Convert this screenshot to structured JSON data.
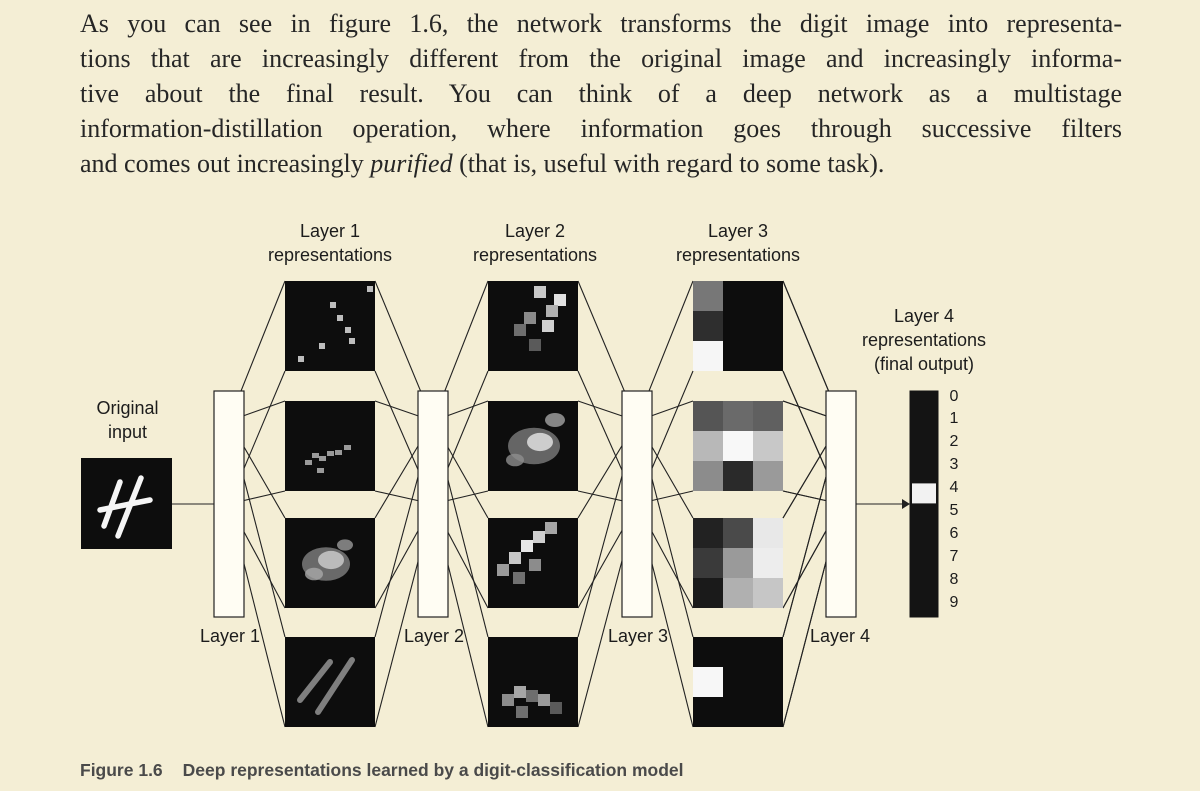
{
  "paragraph": {
    "line1": "As you can see in figure 1.6, the network transforms the digit image into representa-",
    "line2": "tions that are increasingly different from the original image and increasingly informa-",
    "line3": "tive about the final result. You can think of a deep network as a multistage",
    "line4": "information-distillation operation, where information goes through successive filters",
    "line5_pre": "and comes out increasingly ",
    "line5_em": "purified",
    "line5_post": " (that is, useful with regard to some task)."
  },
  "diagram": {
    "input_label_1": "Original",
    "input_label_2": "input",
    "layer1_header_1": "Layer 1",
    "layer1_header_2": "representations",
    "layer2_header_1": "Layer 2",
    "layer2_header_2": "representations",
    "layer3_header_1": "Layer 3",
    "layer3_header_2": "representations",
    "layer4_header_1": "Layer 4",
    "layer4_header_2": "representations",
    "layer4_header_3": "(final output)",
    "layer_names": [
      "Layer 1",
      "Layer 2",
      "Layer 3",
      "Layer 4"
    ],
    "output_classes": [
      "0",
      "1",
      "2",
      "3",
      "4",
      "5",
      "6",
      "7",
      "8",
      "9"
    ],
    "highlighted_class": "4"
  },
  "caption": {
    "number": "Figure 1.6",
    "text": "Deep representations learned by a digit-classification model"
  }
}
